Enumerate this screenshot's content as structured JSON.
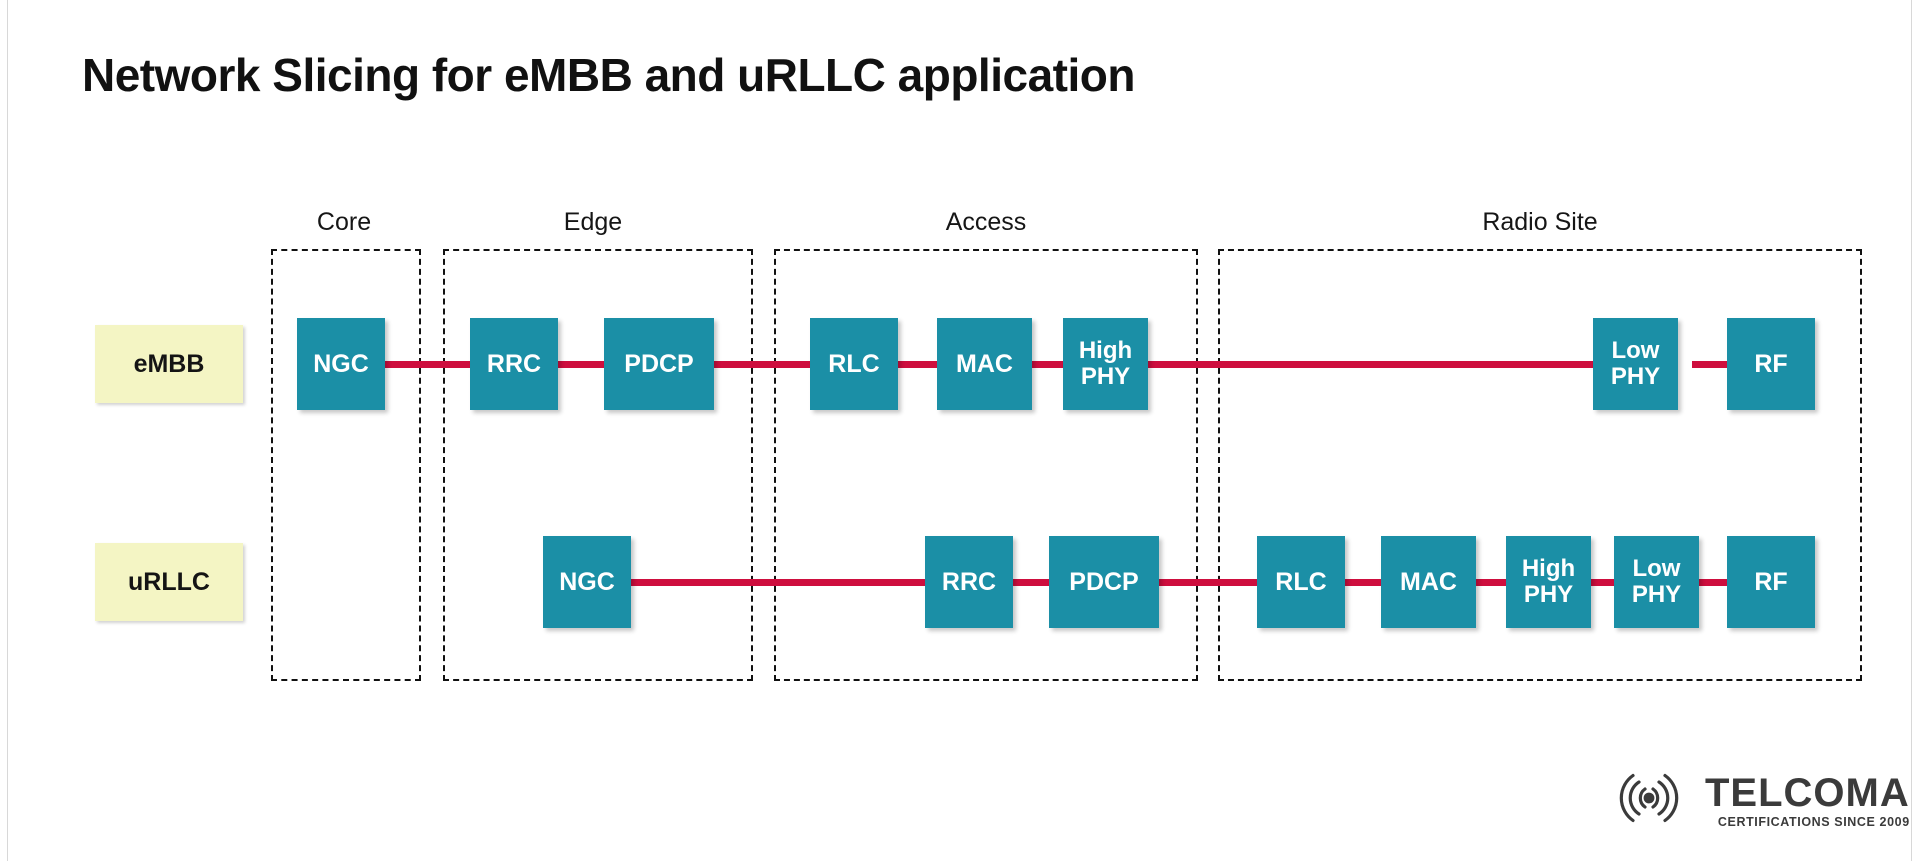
{
  "page": {
    "title": "Network Slicing for eMBB and uRLLC application",
    "background_color": "#ffffff"
  },
  "colors": {
    "block_fill": "#1b8fa6",
    "block_text": "#ffffff",
    "slice_chip_fill": "#f4f5c4",
    "link": "#ce0e3e",
    "domain_border": "#111111",
    "title_text": "#111111"
  },
  "domains": [
    {
      "id": "core",
      "label": "Core"
    },
    {
      "id": "edge",
      "label": "Edge"
    },
    {
      "id": "access",
      "label": "Access"
    },
    {
      "id": "radio-site",
      "label": "Radio Site"
    }
  ],
  "slices": [
    {
      "id": "embb",
      "label": "eMBB",
      "blocks": [
        {
          "id": "embb-ngc",
          "label": "NGC",
          "domain": "core"
        },
        {
          "id": "embb-rrc",
          "label": "RRC",
          "domain": "edge"
        },
        {
          "id": "embb-pdcp",
          "label": "PDCP",
          "domain": "edge"
        },
        {
          "id": "embb-rlc",
          "label": "RLC",
          "domain": "access"
        },
        {
          "id": "embb-mac",
          "label": "MAC",
          "domain": "access"
        },
        {
          "id": "embb-high-phy",
          "label": "High PHY",
          "domain": "access"
        },
        {
          "id": "embb-low-phy",
          "label": "Low PHY",
          "domain": "radio-site"
        },
        {
          "id": "embb-rf",
          "label": "RF",
          "domain": "radio-site"
        }
      ]
    },
    {
      "id": "urllc",
      "label": "uRLLC",
      "blocks": [
        {
          "id": "urllc-ngc",
          "label": "NGC",
          "domain": "edge"
        },
        {
          "id": "urllc-rrc",
          "label": "RRC",
          "domain": "access"
        },
        {
          "id": "urllc-pdcp",
          "label": "PDCP",
          "domain": "access"
        },
        {
          "id": "urllc-rlc",
          "label": "RLC",
          "domain": "radio-site"
        },
        {
          "id": "urllc-mac",
          "label": "MAC",
          "domain": "radio-site"
        },
        {
          "id": "urllc-high-phy",
          "label": "High PHY",
          "domain": "radio-site"
        },
        {
          "id": "urllc-low-phy",
          "label": "Low PHY",
          "domain": "radio-site"
        },
        {
          "id": "urllc-rf",
          "label": "RF",
          "domain": "radio-site"
        }
      ]
    }
  ],
  "logo": {
    "brand": "TELCOMA",
    "tagline": "CERTIFICATIONS SINCE 2009",
    "mark": "wifi-wave-icon"
  }
}
